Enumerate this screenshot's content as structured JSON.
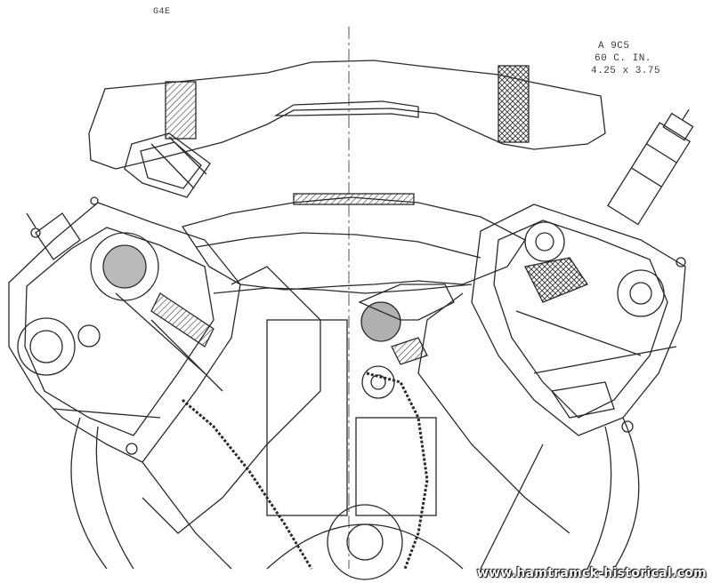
{
  "drawing": {
    "ref_code": "G4E",
    "spec_lines": [
      "A 9C5",
      "60 C.  IN.",
      "4.25 x 3.75"
    ]
  },
  "watermark": "www.hamtramck-historical.com"
}
